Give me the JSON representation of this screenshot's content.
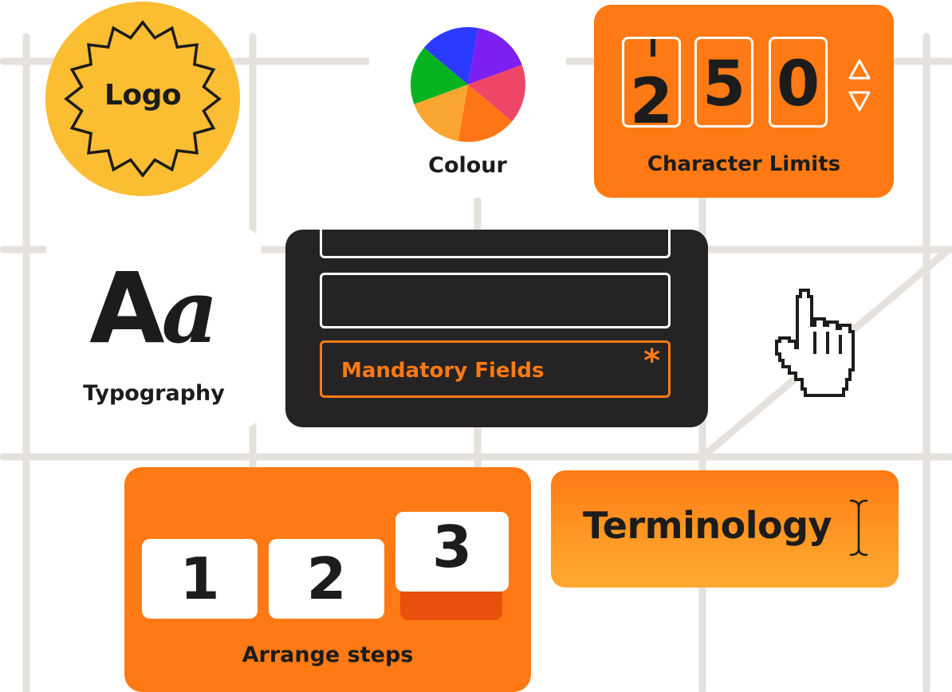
{
  "cards": {
    "logo": {
      "label": "Logo",
      "badge_color": "#fbbd32"
    },
    "colour": {
      "label": "Colour",
      "wheel_colors": [
        "#7b1ff2",
        "#ef4566",
        "#fd7515",
        "#fba630",
        "#07b320",
        "#2b3aff"
      ]
    },
    "character_limits": {
      "label": "Character Limits",
      "digits": [
        "2",
        "5",
        "0"
      ],
      "icon": "up-down-arrows-icon"
    },
    "typography": {
      "label": "Typography",
      "sample_upper": "A",
      "sample_lower": "a"
    },
    "mandatory_fields": {
      "label": "Mandatory Fields",
      "required_marker": "*",
      "accent": "#ff7a14"
    },
    "cursor": {
      "icon": "pointer-hand-icon"
    },
    "arrange_steps": {
      "label": "Arrange steps",
      "steps": [
        "1",
        "2",
        "3"
      ]
    },
    "terminology": {
      "label": "Terminology",
      "icon": "text-cursor-icon"
    }
  },
  "colors": {
    "orange": "#ff7a14",
    "dark": "#262324",
    "grid": "#e5e1dd",
    "text": "#1c1c1c"
  }
}
